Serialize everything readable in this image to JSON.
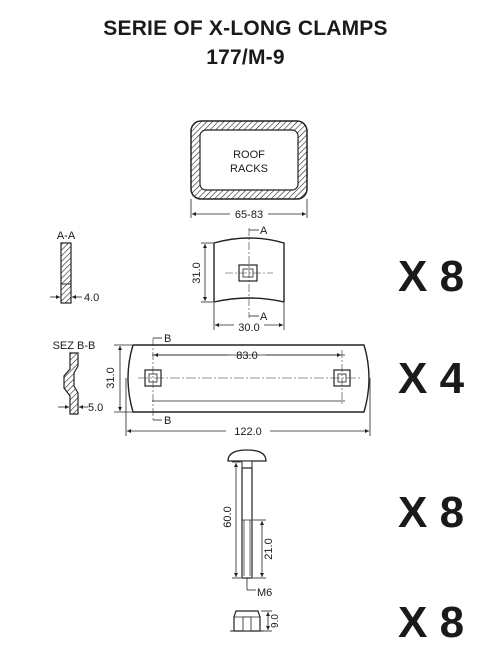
{
  "title": {
    "line1": "SERIE OF X-LONG CLAMPS",
    "line2": "177/M-9"
  },
  "frame": {
    "label_line1": "ROOF",
    "label_line2": "RACKS",
    "width_dim": "65-83"
  },
  "plate_small": {
    "section_label": "A-A",
    "section_marker": "A",
    "height_dim": "31.0",
    "width_dim": "30.0",
    "thickness_dim": "4.0",
    "quantity": "X 8"
  },
  "plate_long": {
    "section_label": "SEZ B-B",
    "section_marker": "B",
    "hole_spacing_dim": "83.0",
    "height_dim": "31.0",
    "length_dim": "122.0",
    "thickness_dim": "5.0",
    "quantity": "X 4"
  },
  "bolt": {
    "length_dim": "60.0",
    "thread_dim": "21.0",
    "thread_size": "M6",
    "quantity": "X 8"
  },
  "nut": {
    "height_dim": "9.0",
    "quantity": "X 8"
  }
}
